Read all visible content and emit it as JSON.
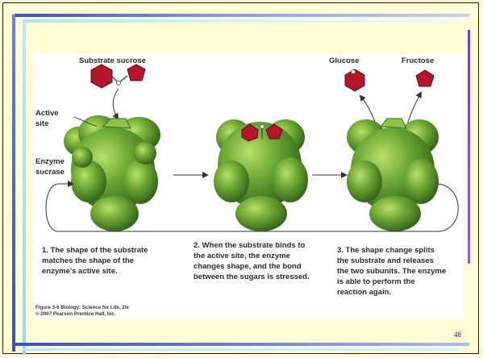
{
  "slide": {
    "page_number": "48"
  },
  "figure": {
    "labels": {
      "substrate": "Substrate sucrose",
      "glucose": "Glucose",
      "fructose": "Fructose",
      "active_site_line1": "Active",
      "active_site_line2": "site",
      "enzyme_line1": "Enzyme",
      "enzyme_line2": "sucrase"
    },
    "steps": [
      {
        "lines": [
          "1. The shape of the substrate",
          "matches the shape of the",
          "enzyme's active site."
        ]
      },
      {
        "lines": [
          "2. When the substrate binds to",
          "the active site, the enzyme",
          "changes shape, and the bond",
          "between the sugars is stressed."
        ]
      },
      {
        "lines": [
          "3. The shape change splits",
          "the substrate and releases",
          "the two subunits. The enzyme",
          "is able to perform the",
          "reaction again."
        ]
      }
    ],
    "credit_line1": "Figure 3-6  Biology: Science for Life, 2/e",
    "credit_line2": "© 2007 Pearson Prentice Hall, Inc.",
    "colors": {
      "enzyme": "#5e9e2c",
      "sugar": "#b3162b"
    }
  }
}
